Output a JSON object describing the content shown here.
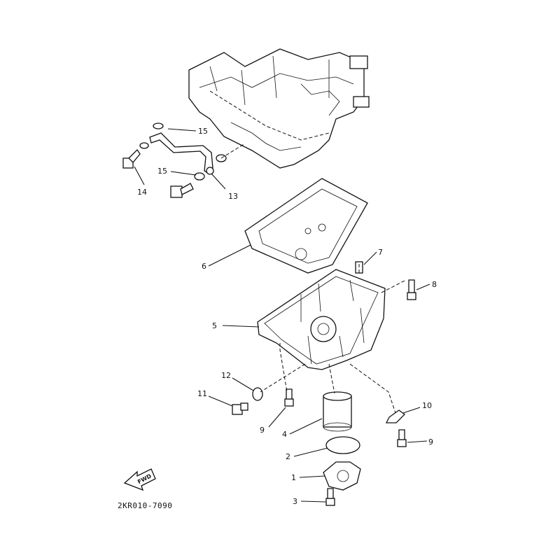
{
  "diagram": {
    "code": "2KR010-7090",
    "fwd_label": "FWD",
    "callouts": {
      "c1": "1",
      "c2": "2",
      "c3": "3",
      "c4": "4",
      "c5": "5",
      "c6": "6",
      "c7": "7",
      "c8": "8",
      "c9a": "9",
      "c9b": "9",
      "c10": "10",
      "c11": "11",
      "c12": "12",
      "c13": "13",
      "c14": "14",
      "c15a": "15",
      "c15b": "15"
    }
  }
}
